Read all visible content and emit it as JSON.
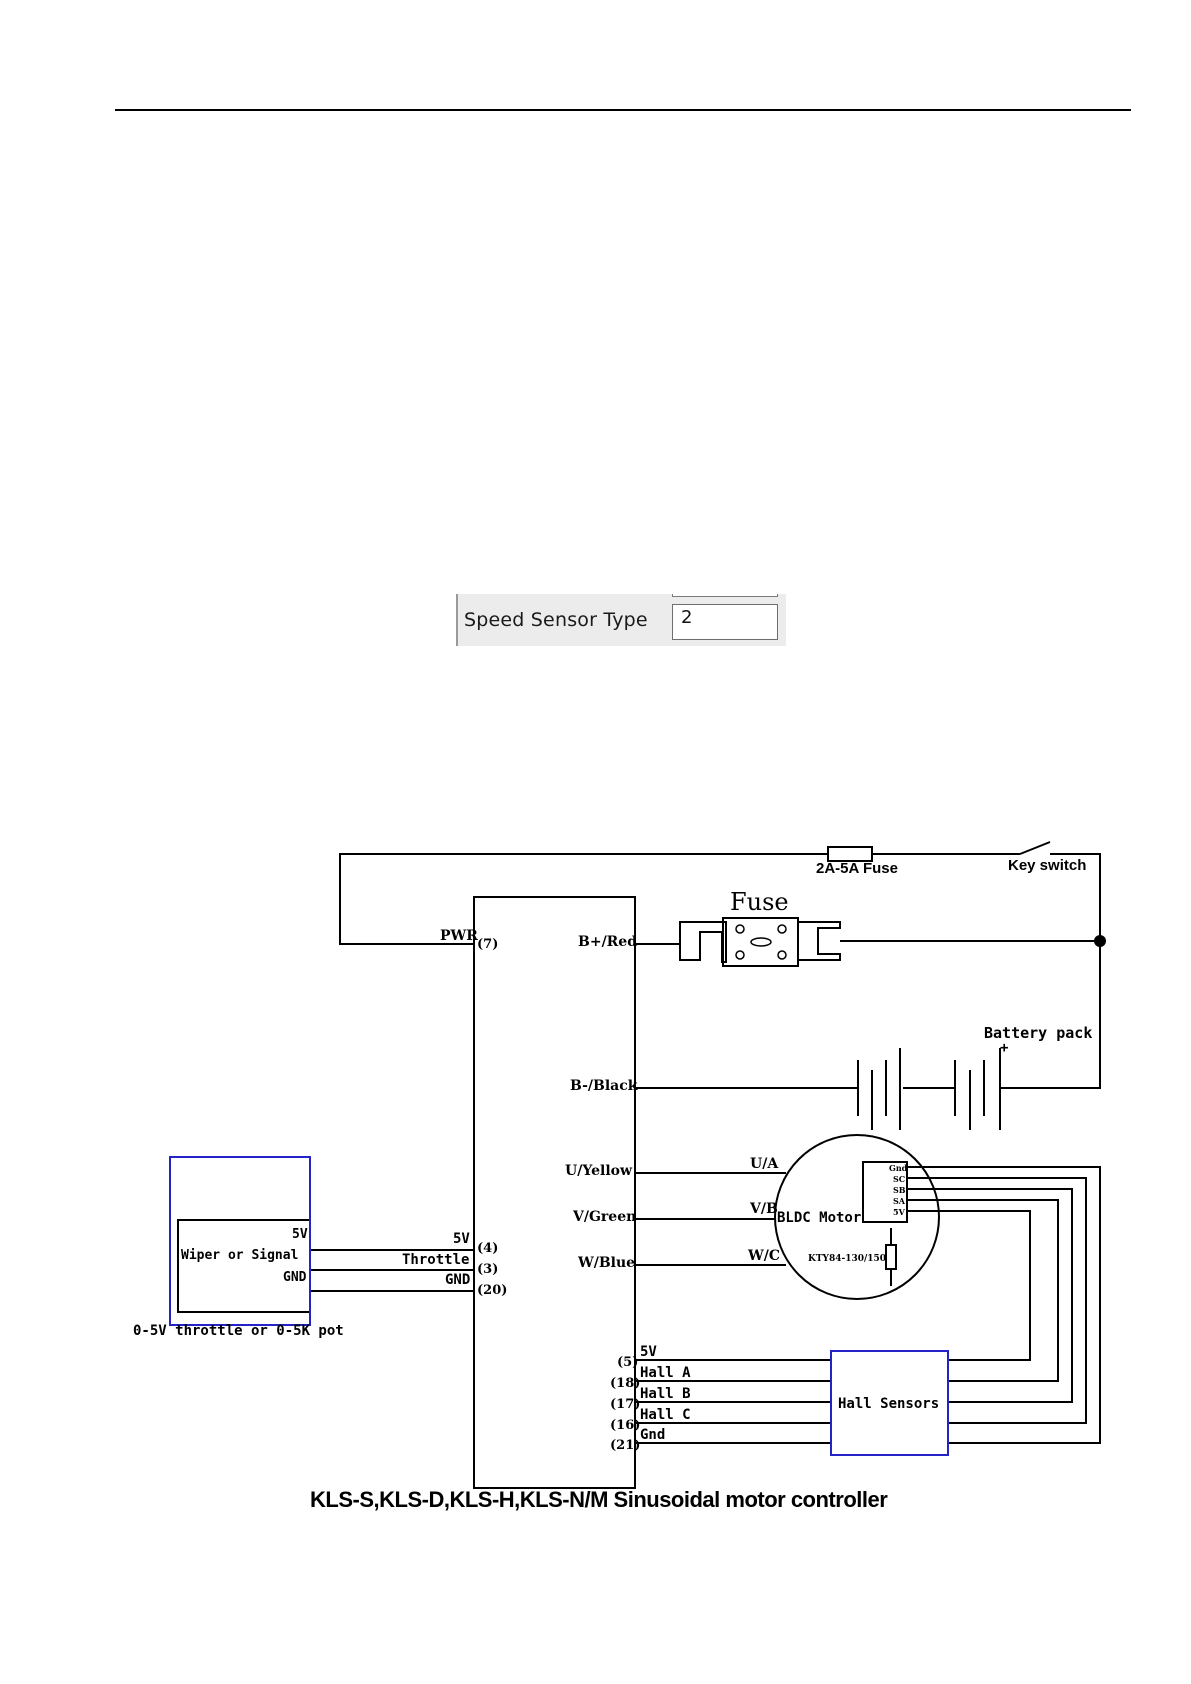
{
  "setting": {
    "label": "Speed Sensor Type",
    "value": "2"
  },
  "diagram": {
    "caption": "KLS-S,KLS-D,KLS-H,KLS-N/M Sinusoidal motor controller",
    "fuse_small": "2A-5A Fuse",
    "key_switch": "Key switch",
    "fuse_main": "Fuse",
    "battery": "Battery pack",
    "battery_plus": "+",
    "pins": {
      "pwr": "PWR",
      "pwr_num": "(7)",
      "bplus": "B+/Red",
      "bminus": "B-/Black",
      "u": "U/Yellow",
      "v": "V/Green",
      "w": "W/Blue",
      "t5v": "5V",
      "t5v_num": "(4)",
      "throttle": "Throttle",
      "throttle_num": "(3)",
      "tgnd": "GND",
      "tgnd_num": "(20)",
      "h5v": "5V",
      "h5v_num": "(5)",
      "ha": "Hall A",
      "ha_num": "(18)",
      "hb": "Hall B",
      "hb_num": "(17)",
      "hc": "Hall C",
      "hc_num": "(16)",
      "hgnd": "Gnd",
      "hgnd_num": "(21)"
    },
    "motor": {
      "title": "BLDC Motor",
      "ua": "U/A",
      "vb": "V/B",
      "wc": "W/C",
      "sensor": "KTY84-130/150",
      "conn": [
        "Gnd",
        "SC",
        "SB",
        "SA",
        "5V"
      ]
    },
    "hall_box": "Hall Sensors",
    "throttle_box": {
      "v5": "5V",
      "signal": "Wiper or Signal",
      "gnd": "GND",
      "caption": "0-5V throttle or 0-5K pot"
    }
  }
}
